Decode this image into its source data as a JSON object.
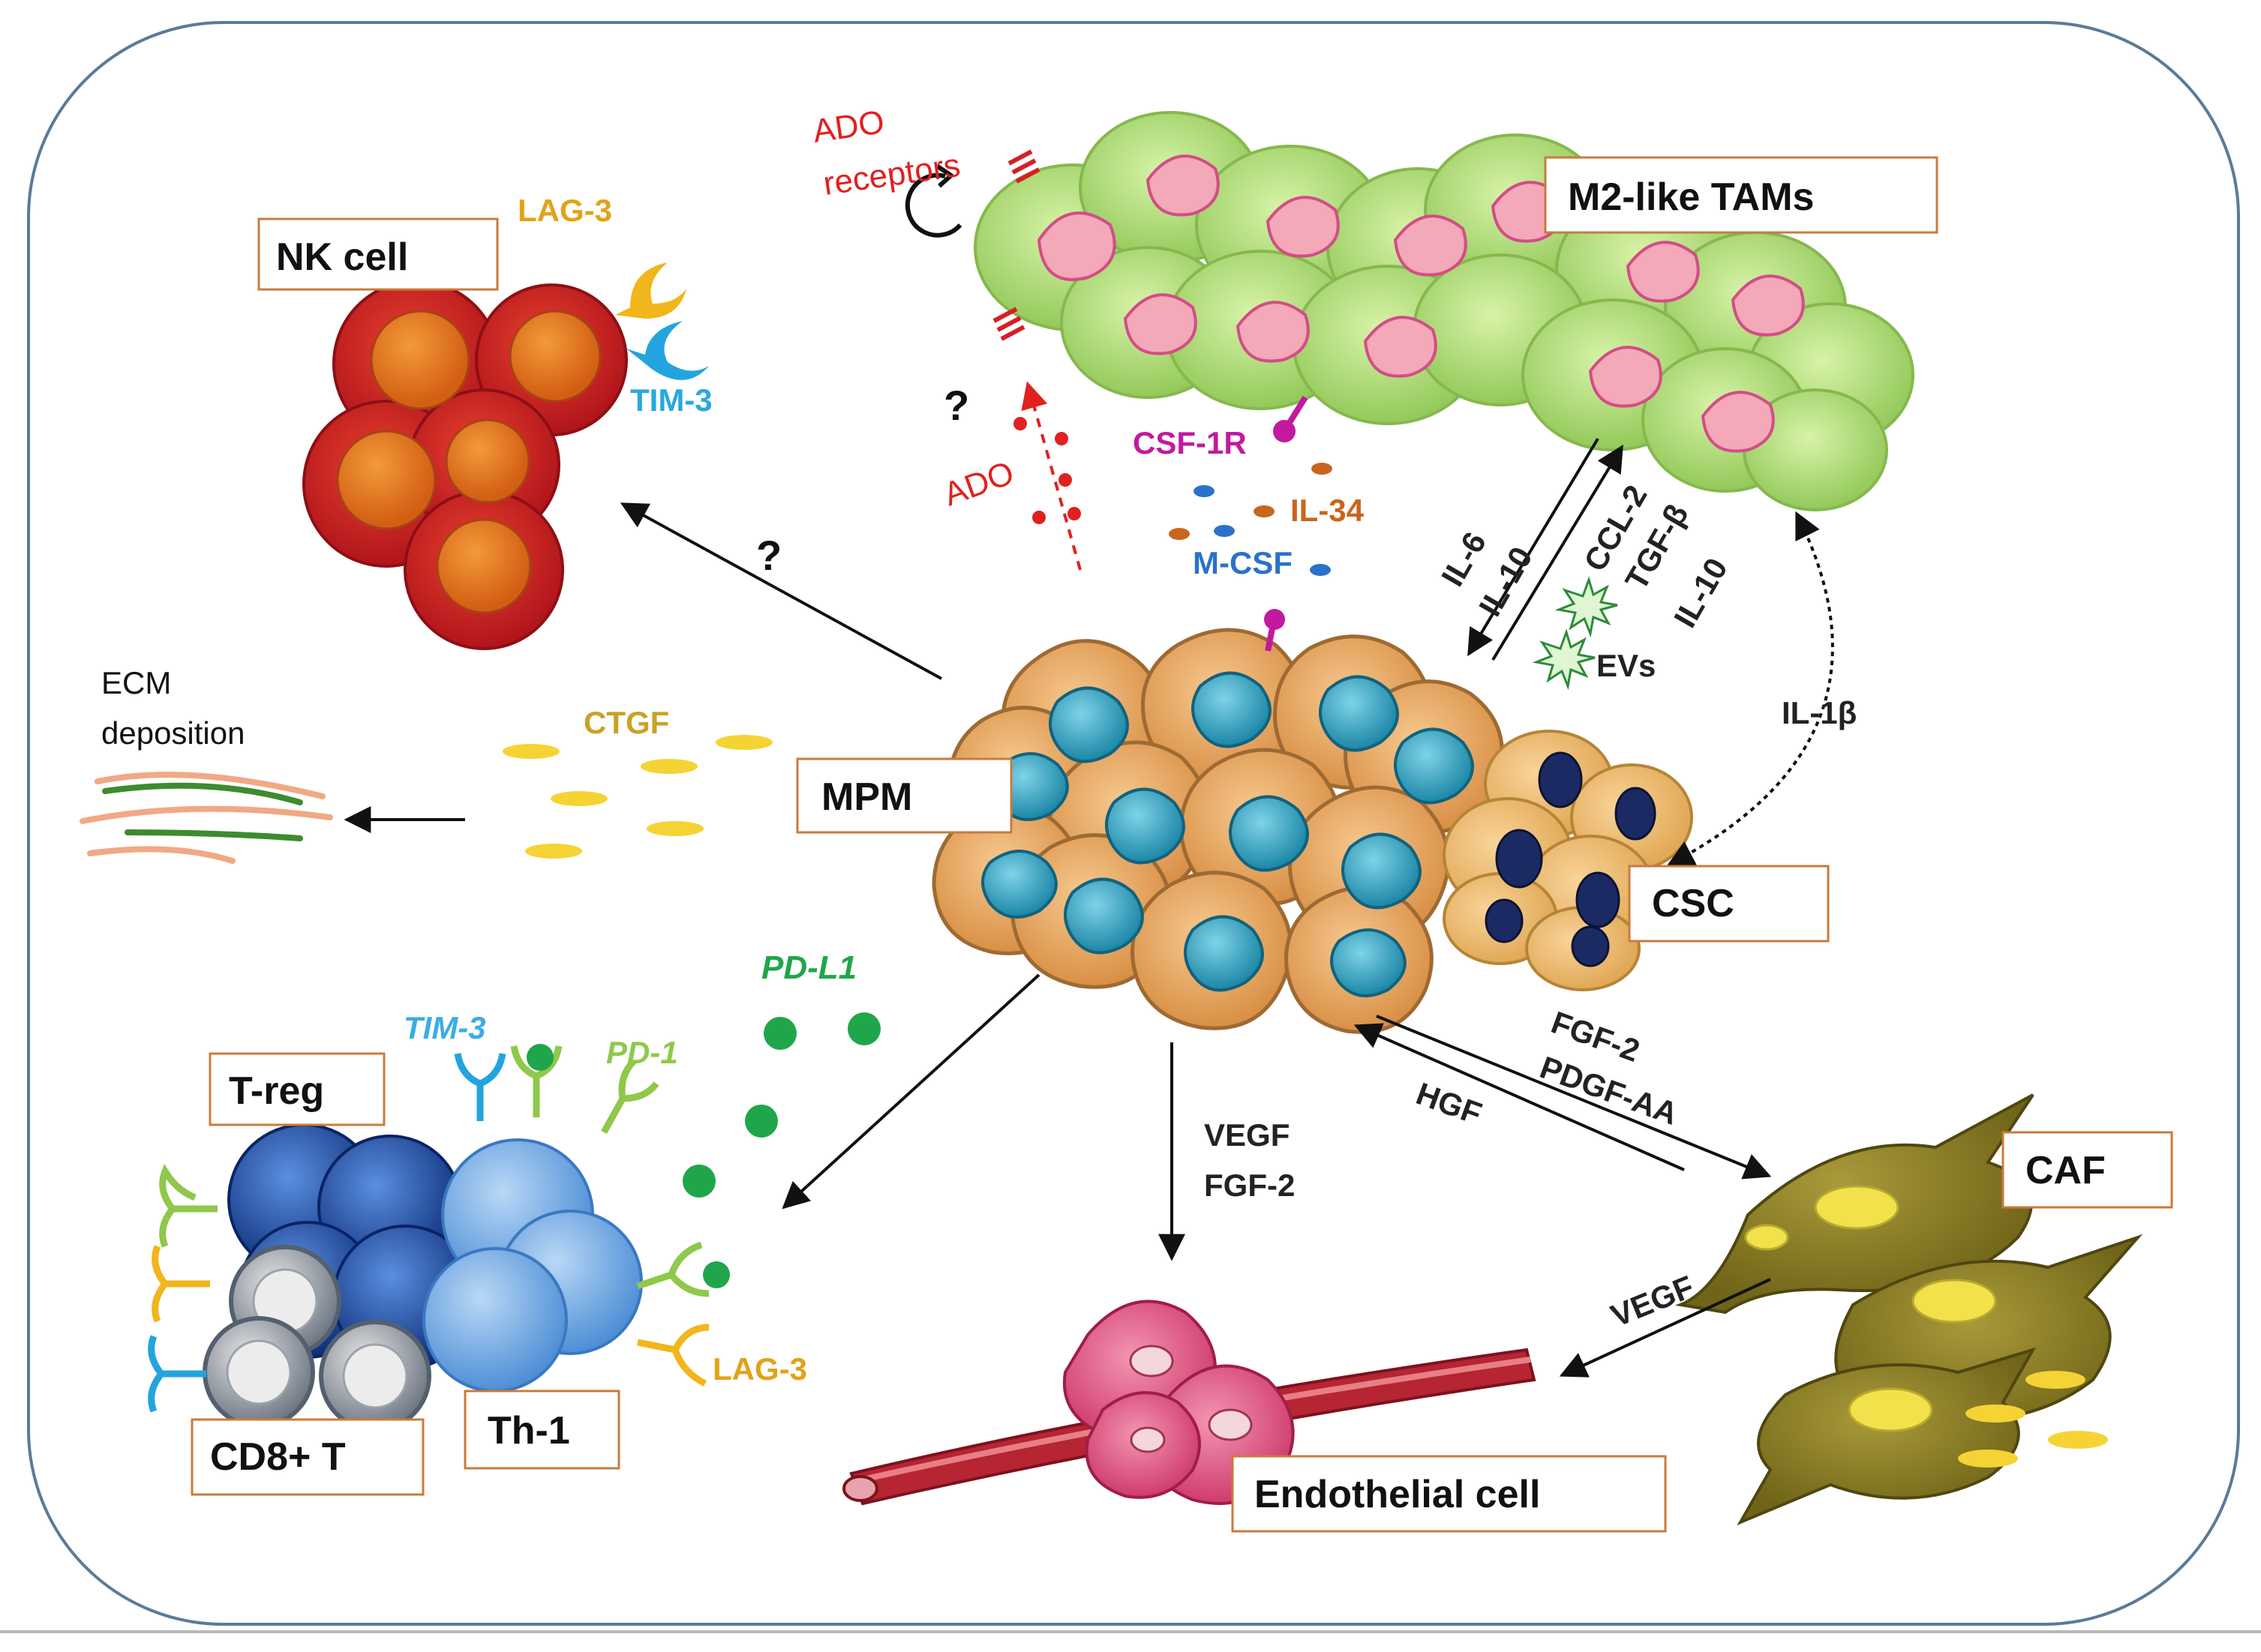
{
  "colors": {
    "frame": "#5b7a97",
    "box_border": "#c97b3c",
    "red_text": "#e0211f",
    "orange_text": "#e3a21a",
    "cyan_text": "#2aa7e0",
    "magenta_text": "#c21a9e",
    "il34_text": "#c8661c",
    "mcsf_text": "#2a72c9",
    "ctgf_text": "#c9a227",
    "pdl1_text": "#1fa64a",
    "pd1_text": "#8fc84a",
    "tim3_light_text": "#3aaee0",
    "black": "#111111"
  },
  "cells": {
    "nk": "NK cell",
    "m2": "M2-like TAMs",
    "mpm": "MPM",
    "csc": "CSC",
    "treg": "T-reg",
    "cd8": "CD8+ T",
    "th1": "Th-1",
    "caf": "CAF",
    "endo": "Endothelial cell"
  },
  "molecules": {
    "lag3_nk": "LAG-3",
    "tim3_nk": "TIM-3",
    "ado_receptors_line1": "ADO",
    "ado_receptors_line2": "receptors",
    "ado": "ADO",
    "csf1r": "CSF-1R",
    "il34": "IL-34",
    "mcsf": "M-CSF",
    "ctgf": "CTGF",
    "ecm_line1": "ECM",
    "ecm_line2": "deposition",
    "pdl1": "PD-L1",
    "pd1": "PD-1",
    "tim3_t": "TIM-3",
    "lag3_t": "LAG-3",
    "il6": "IL-6",
    "il10_left": "IL-10",
    "ccl2": "CCL-2",
    "tgfb": "TGF-β",
    "il10_right": "IL-10",
    "evs": "EVs",
    "il1b": "IL-1β",
    "fgf2_caf": "FGF-2",
    "pdgfaa": "PDGF-AA",
    "hgf": "HGF",
    "vegf_down": "VEGF",
    "fgf2_down": "FGF-2",
    "vegf_caf": "VEGF",
    "q_nk": "?",
    "q_ado": "?"
  }
}
